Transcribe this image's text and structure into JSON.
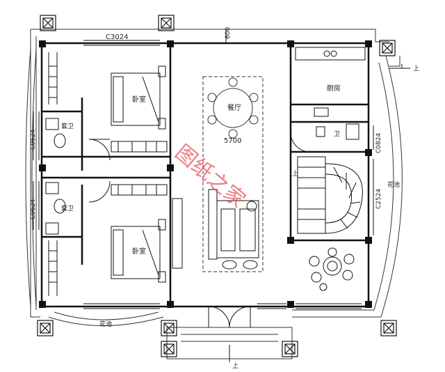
{
  "labels": {
    "window_top": "C3024",
    "dim_top": "600",
    "bedroom_top": "卧室",
    "bedroom_bottom": "卧室",
    "dining": "餐厅",
    "dining_width": "5700",
    "kitchen": "厨房",
    "bath_upper": "套卫",
    "bath_lower": "套卫",
    "window_left_upper": "C0624",
    "window_left_lower": "C0624",
    "window_right_upper": "C0824",
    "window_right_lower": "C2524",
    "planter_right": "花池",
    "planter_bottom": "花池",
    "toilet_right": "卫",
    "up_right": "上",
    "up_stair": "上",
    "up_bottom": "上",
    "watermark": "图纸之家"
  }
}
